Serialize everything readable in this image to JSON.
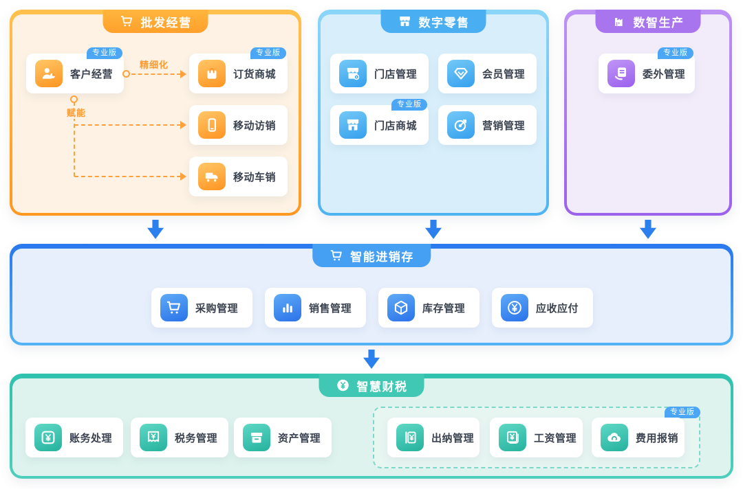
{
  "diagram": {
    "badge": "专业版",
    "wholesale": {
      "title": "批发经营",
      "items": {
        "customer": "客户经营",
        "ordering_mall": "订货商城",
        "mobile_visit": "移动访销",
        "mobile_van": "移动车销"
      },
      "connectors": {
        "refine": "精细化",
        "empower": "赋能"
      }
    },
    "retail": {
      "title": "数字零售",
      "items": {
        "store_mgmt": "门店管理",
        "member_mgmt": "会员管理",
        "store_mall": "门店商城",
        "marketing": "营销管理"
      }
    },
    "production": {
      "title": "数智生产",
      "items": {
        "outsourcing": "委外管理"
      }
    },
    "inventory": {
      "title": "智能进销存",
      "items": {
        "purchase": "采购管理",
        "sales": "销售管理",
        "stock": "库存管理",
        "receivable": "应收应付"
      }
    },
    "finance": {
      "title": "智慧财税",
      "items": {
        "accounting": "账务处理",
        "tax": "税务管理",
        "asset": "资产管理"
      },
      "pro_items": {
        "cashier": "出纳管理",
        "payroll": "工资管理",
        "expense": "费用报销"
      }
    },
    "icons": {
      "wholesale_tab": "cart-icon",
      "retail_tab": "storefront-icon",
      "production_tab": "factory-icon",
      "inventory_tab": "cart-icon",
      "finance_tab": "yen-circle-icon",
      "customer": "person-pie-chart-icon",
      "ordering_mall": "shopping-bag-icon",
      "mobile_visit": "mobile-phone-icon",
      "mobile_van": "truck-icon",
      "store_mgmt": "storefront-gear-icon",
      "member_mgmt": "diamond-icon",
      "store_mall": "storefront-icon",
      "marketing": "target-dart-icon",
      "outsourcing": "document-hand-icon",
      "purchase": "cart-icon",
      "sales": "bar-chart-icon",
      "stock": "cube-icon",
      "receivable": "yen-circle-icon",
      "accounting": "yen-square-icon",
      "tax": "yen-invoice-icon",
      "asset": "archive-box-icon",
      "cashier": "yen-passbook-icon",
      "payroll": "yen-book-icon",
      "expense": "receipt-roll-icon"
    },
    "colors": {
      "wholesale_accent": "#ff9d2e",
      "retail_accent": "#49aef2",
      "production_accent": "#a875ee",
      "inventory_accent": "#2b7ff0",
      "finance_accent": "#3fc6b4",
      "pro_badge": "#4ba6f5",
      "flow_arrow": "#2b80ee",
      "connector": "#ffa23c"
    }
  }
}
